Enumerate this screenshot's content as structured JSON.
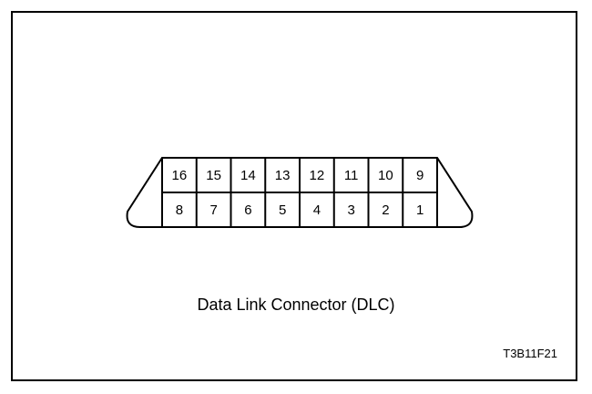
{
  "connector": {
    "top_row_pins": [
      "16",
      "15",
      "14",
      "13",
      "12",
      "11",
      "10",
      "9"
    ],
    "bottom_row_pins": [
      "8",
      "7",
      "6",
      "5",
      "4",
      "3",
      "2",
      "1"
    ]
  },
  "caption": "Data Link Connector (DLC)",
  "figure_code": "T3B11F21"
}
